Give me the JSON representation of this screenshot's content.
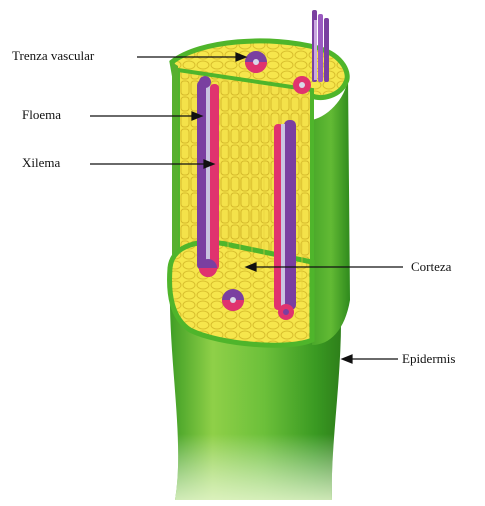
{
  "labels": {
    "vascular_bundle": "Trenza vascular",
    "phloem": "Floema",
    "xylem": "Xilema",
    "cortex": "Corteza",
    "epidermis": "Epidermis"
  },
  "colors": {
    "epidermis_light": "#a8d84a",
    "epidermis_mid": "#4fb52b",
    "epidermis_dark": "#2e8b1e",
    "cortex": "#f4e64a",
    "cortex_cells": "#e2c83a",
    "phloem": "#7a3fa0",
    "xylem": "#e0336e",
    "bundle_center": "#d8d8e8",
    "pointer": "#111111"
  }
}
